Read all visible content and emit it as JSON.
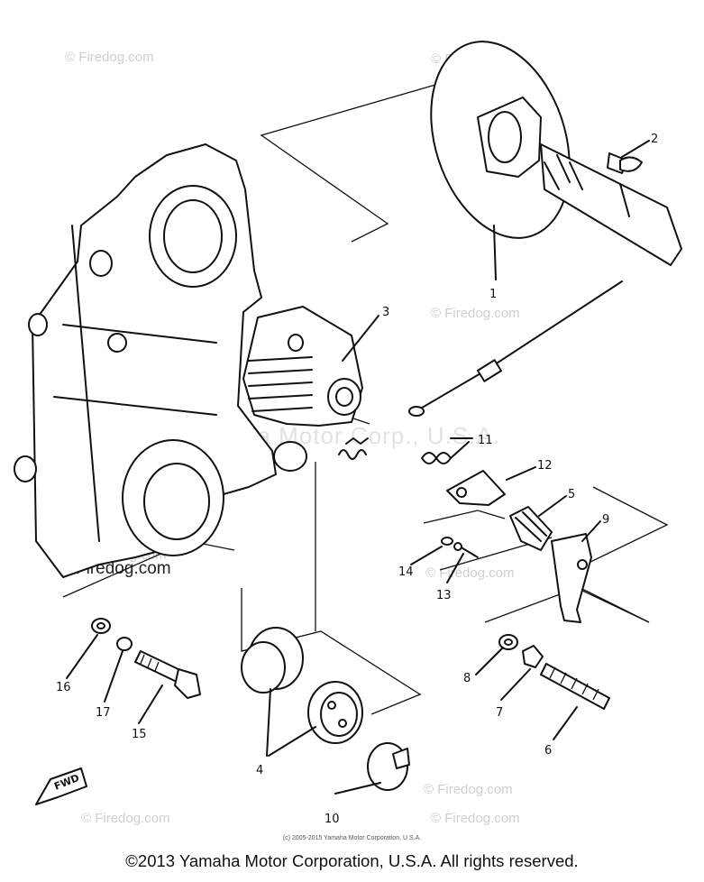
{
  "watermarks": {
    "site": "© Firedog.com",
    "site_dark": "©Firedog.com",
    "brand": "Yamaha Motor Corp., U.S.A."
  },
  "copyright": {
    "main": "©2013 Yamaha Motor Corporation, U.S.A. All rights reserved.",
    "small": "(c) 2005-2015 Yamaha Motor Corporation, U.S.A."
  },
  "fwd_label": "FWD",
  "callouts": {
    "c1": "1",
    "c2": "2",
    "c3": "3",
    "c4": "4",
    "c5": "5",
    "c6": "6",
    "c7": "7",
    "c8": "8",
    "c9": "9",
    "c10": "10",
    "c11": "11",
    "c12": "12",
    "c13": "13",
    "c14": "14",
    "c15": "15",
    "c16": "16",
    "c17": "17"
  }
}
